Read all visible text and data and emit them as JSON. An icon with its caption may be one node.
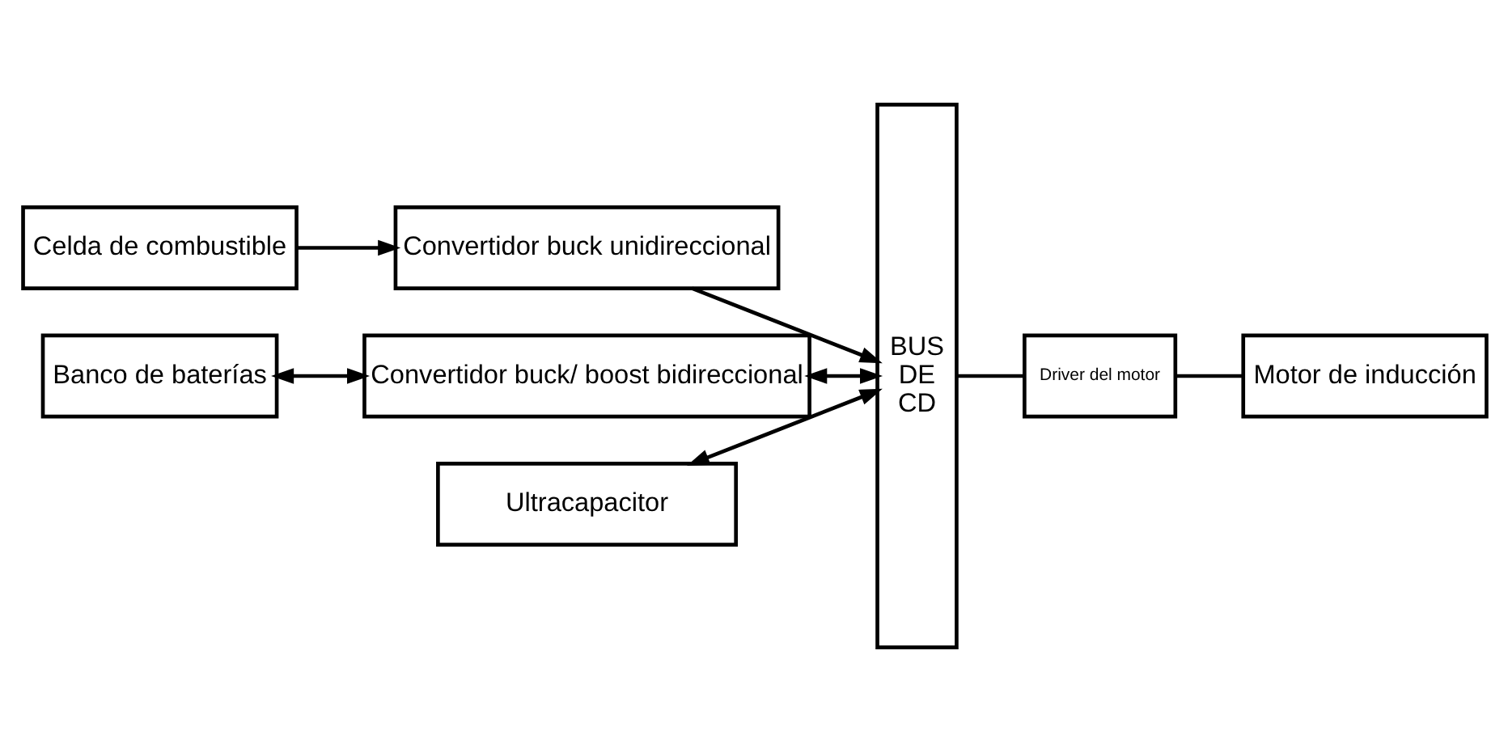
{
  "diagram": {
    "nodes": [
      {
        "text": [
          "Celda de combustible"
        ]
      },
      {
        "text": [
          "Convertidor buck unidireccional"
        ]
      },
      {
        "text": [
          "Banco de baterías"
        ]
      },
      {
        "text": [
          "Convertidor buck/ boost bidireccional"
        ]
      },
      {
        "text": [
          "Ultracapacitor"
        ]
      },
      {
        "text": [
          "BUS DE CD"
        ]
      },
      {
        "text": [
          "Driver del motor"
        ]
      },
      {
        "text": [
          "Motor de inducción"
        ]
      }
    ],
    "edges": [
      {
        "from": 0,
        "to": 1,
        "arrow": "to"
      },
      {
        "from": 1,
        "to": 5,
        "arrow": "to"
      },
      {
        "from": 2,
        "to": 3,
        "arrow": "both"
      },
      {
        "from": 3,
        "to": 5,
        "arrow": "both"
      },
      {
        "from": 4,
        "to": 5,
        "arrow": "both"
      },
      {
        "from": 5,
        "to": 6,
        "arrow": "none"
      },
      {
        "from": 6,
        "to": 7,
        "arrow": "none"
      }
    ]
  }
}
